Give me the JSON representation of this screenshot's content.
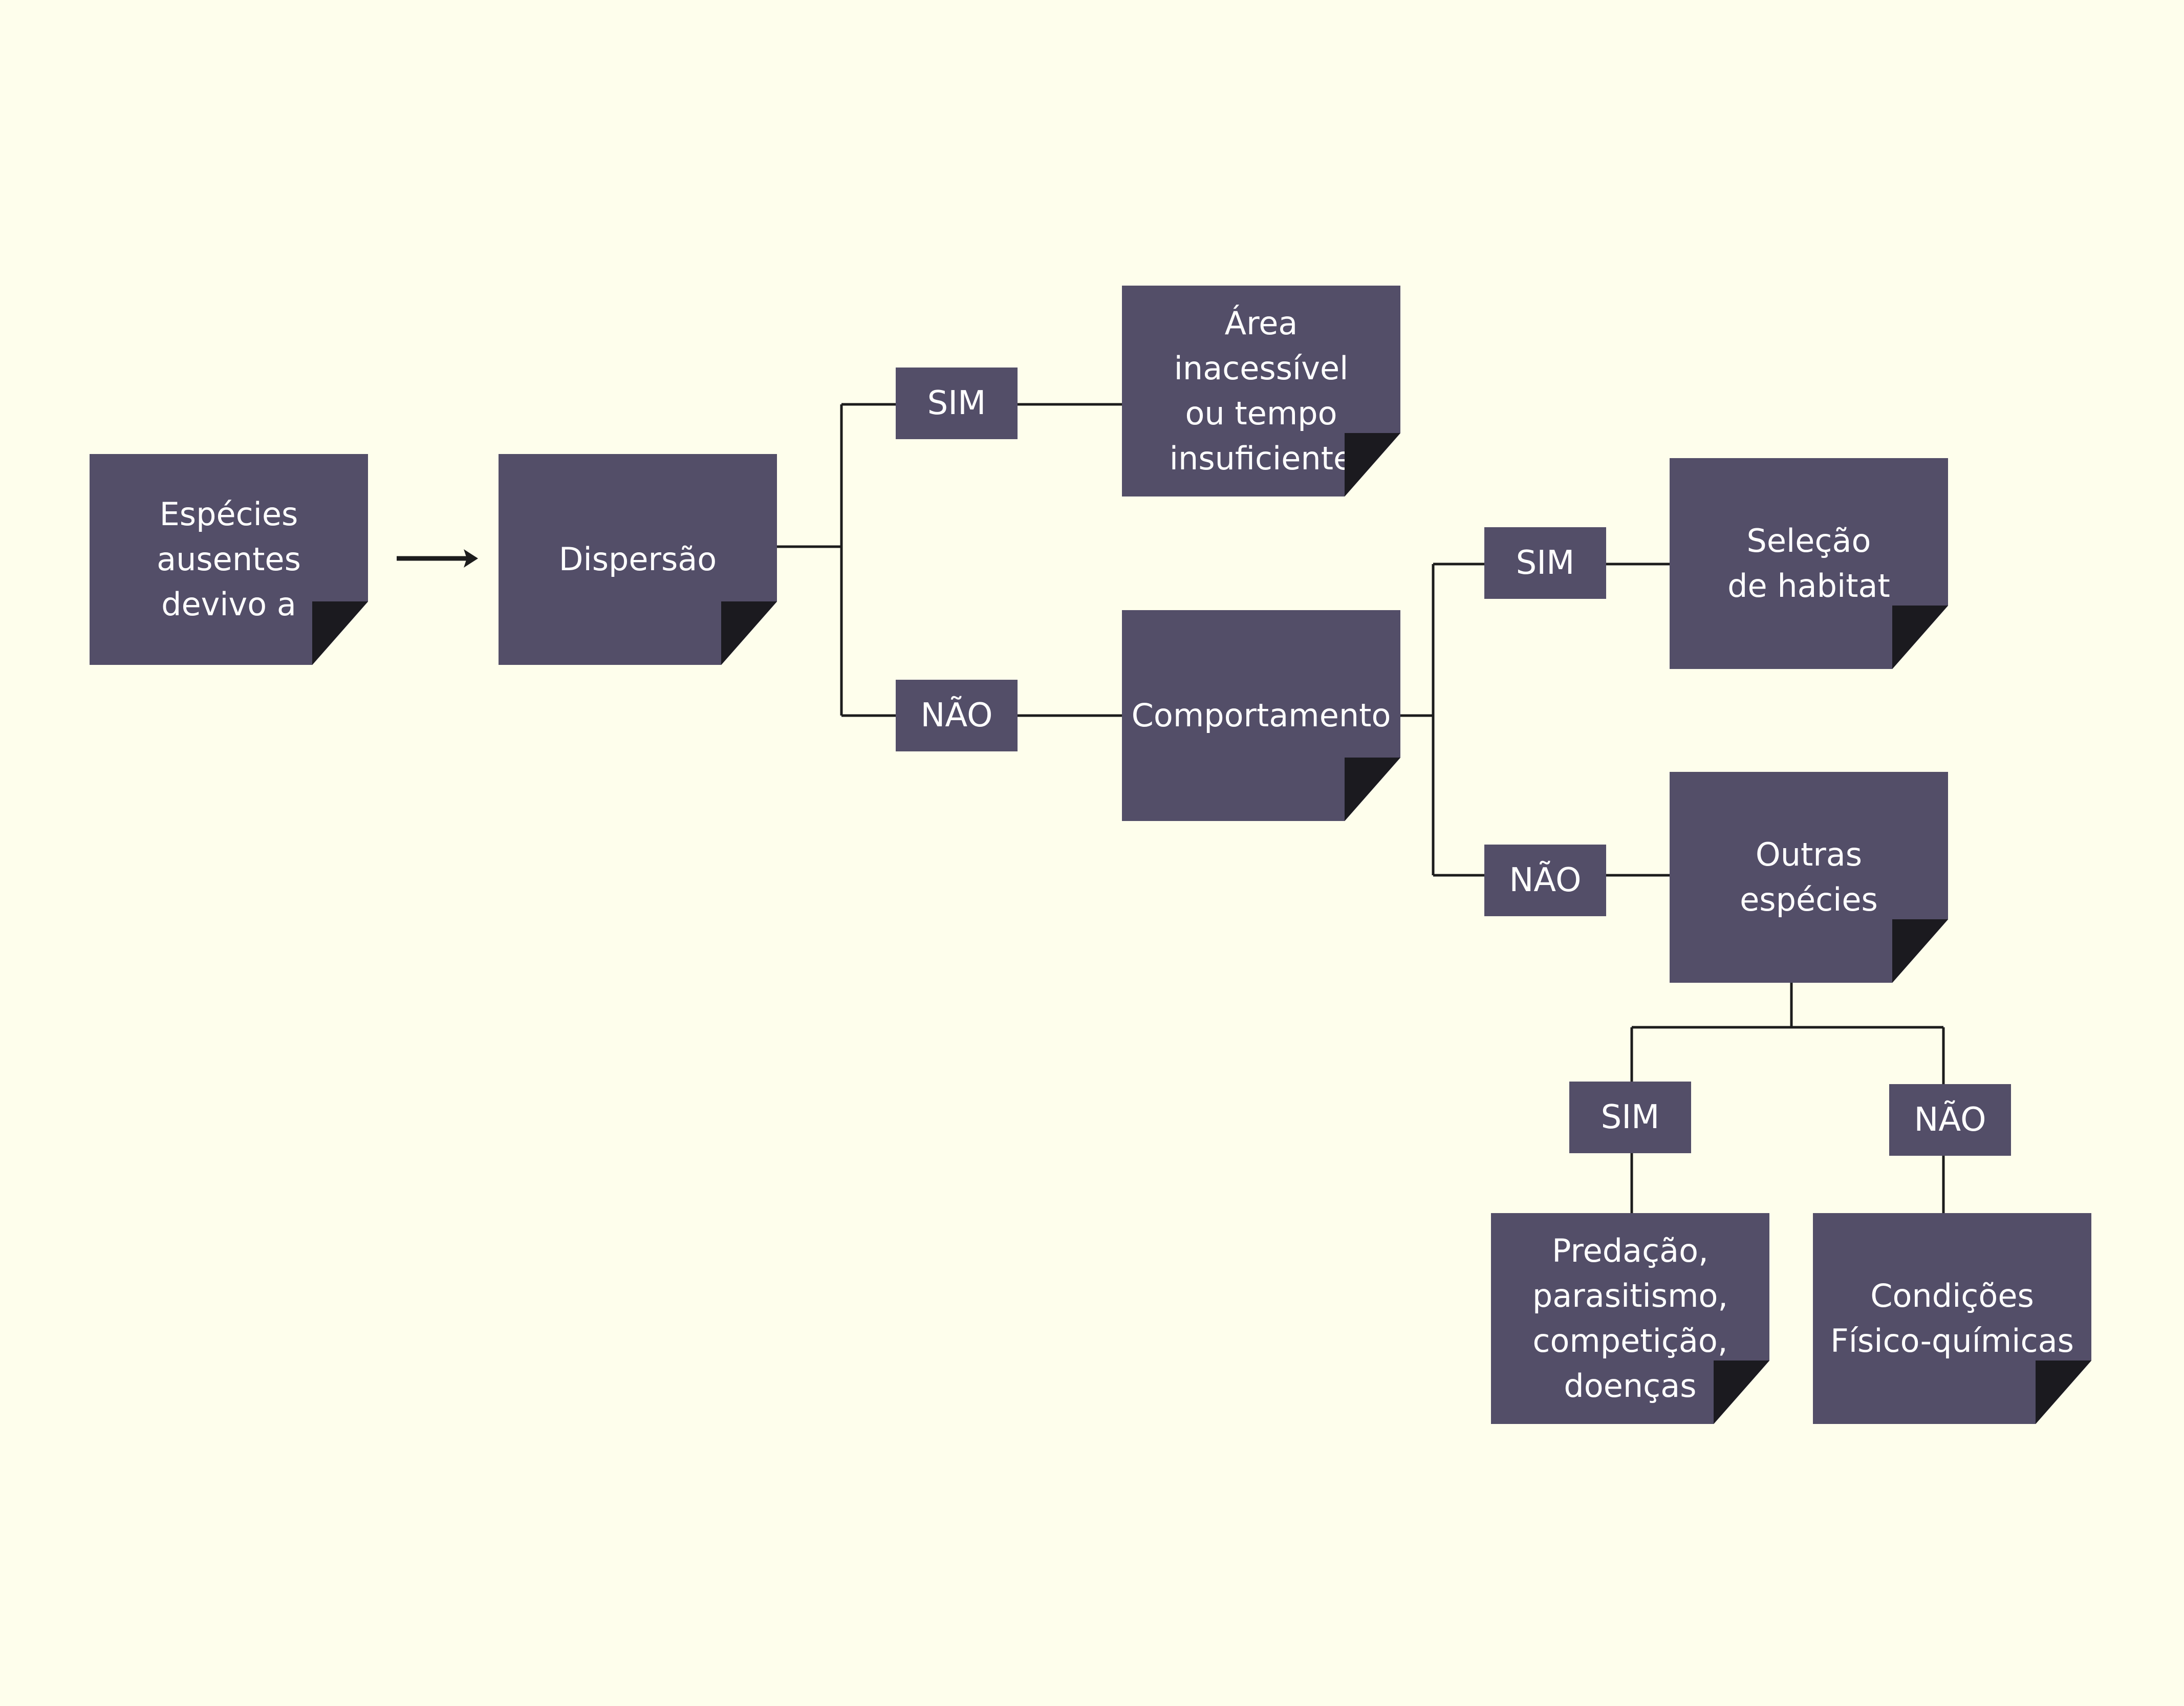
{
  "colors": {
    "background": "#fefeec",
    "box": "#534e68",
    "fold": "#1b1a1f",
    "connector": "#1c1c1c",
    "text": "#ffffff"
  },
  "nodes": {
    "start": "Espécies\nausentes\ndevivo a",
    "dispersao": "Dispersão",
    "area": "Área inacessível\nou tempo\ninsuficiente",
    "comportamento": "Comportamento",
    "selecao": "Seleção\nde habitat",
    "outras": "Outras\nespécies",
    "predacao": "Predação,\nparasitismo,\ncompetição,\ndoenças",
    "condicoes": "Condições\nFísico-químicas"
  },
  "tags": {
    "sim_1": "SIM",
    "nao_1": "NÃO",
    "sim_2": "SIM",
    "nao_2": "NÃO",
    "sim_3": "SIM",
    "nao_3": "NÃO"
  }
}
